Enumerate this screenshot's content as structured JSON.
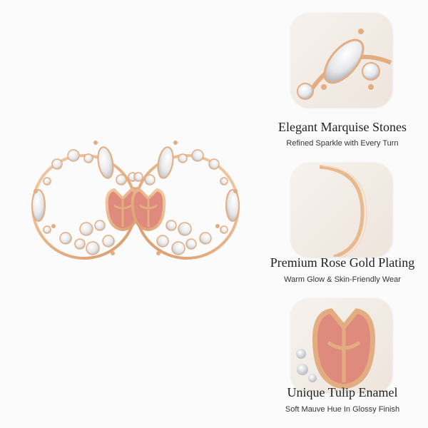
{
  "features": [
    {
      "title": "Elegant Marquise Stones",
      "subtitle": "Refined Sparkle with Every Turn",
      "icon": "marquise-stone-closeup"
    },
    {
      "title": "Premium Rose Gold Plating",
      "subtitle": "Warm Glow & Skin-Friendly Wear",
      "icon": "rose-gold-band-closeup"
    },
    {
      "title": "Unique Tulip Enamel",
      "subtitle": "Soft Mauve Hue In Glossy Finish",
      "icon": "tulip-enamel-closeup"
    }
  ],
  "colors": {
    "background": "#fbfbfb",
    "rose_gold": "#e3ad82",
    "enamel": "#de8a7c",
    "crystal": "#ffffff"
  }
}
